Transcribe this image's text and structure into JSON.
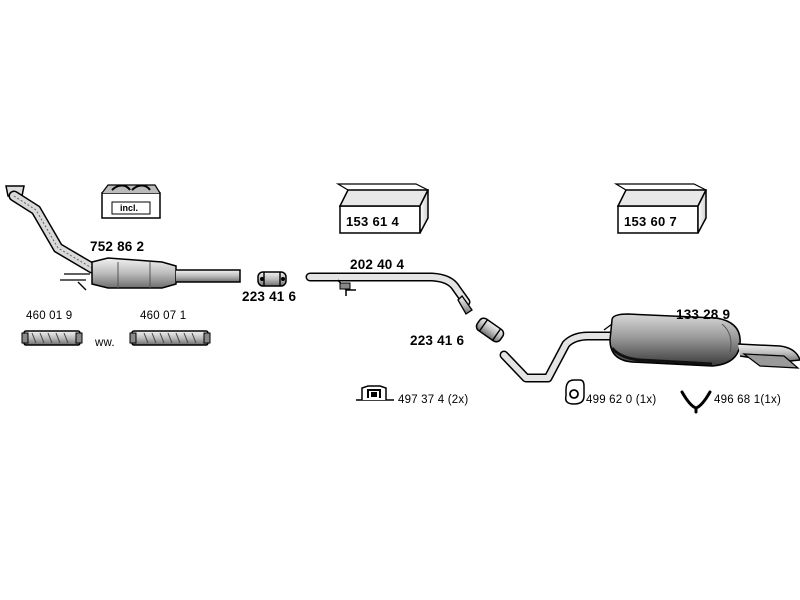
{
  "parts": {
    "catalyst_front_pipe": "752 86 2",
    "incl_label": "incl.",
    "clamp_left": "223 41 6",
    "middle_pipe": "202 40 4",
    "clamp_right": "223 41 6",
    "rear_silencer": "133 28 9",
    "flex_pipe_a": "460 01 9",
    "alt_separator": "ww.",
    "flex_pipe_b": "460 07 1",
    "kit_box_1": "153 61 4",
    "kit_box_2": "153 60 7"
  },
  "mountings": {
    "bracket": "497 37 4 (2x)",
    "rubber_mount": "499 62 0 (1x)",
    "hanger": "496 68 1(1x)"
  }
}
